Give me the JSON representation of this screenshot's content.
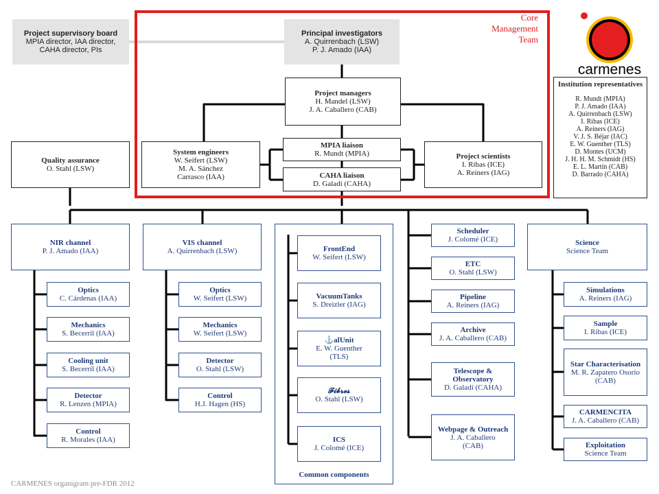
{
  "core_team_label": "Core\nManagement\nTeam",
  "footer": "CARMENES organigram pre-FDR 2012",
  "logo": {
    "text": "carmenes",
    "colors": {
      "red": "#e51f1f",
      "yellow": "#f6b800",
      "black": "#000000"
    }
  },
  "colors": {
    "core_frame": "#e01f1f",
    "connector": "#000000",
    "link_gray": "#d9d9d9",
    "team_blue": "#1e3a78"
  },
  "supervisory_board": {
    "title": "Project supervisory board",
    "people": [
      "MPIA director, IAA director,",
      "CAHA director, PIs"
    ]
  },
  "principal_investigators": {
    "title": "Principal investigators",
    "people": [
      "A. Quirrenbach (LSW)",
      "P. J. Amado (IAA)"
    ]
  },
  "project_managers": {
    "title": "Project managers",
    "people": [
      "H. Mandel (LSW)",
      "J. A. Caballero (CAB)"
    ]
  },
  "quality_assurance": {
    "title": "Quality assurance",
    "people": [
      "O. Stahl (LSW)"
    ]
  },
  "system_engineers": {
    "title": "System engineers",
    "people": [
      "W. Seifert (LSW)",
      "M. A. Sánchez",
      "Carrasco (IAA)"
    ]
  },
  "mpia_liaison": {
    "title": "MPIA liaison",
    "people": [
      "R. Mundt (MPIA)"
    ]
  },
  "caha_liaison": {
    "title": "CAHA liaison",
    "people": [
      "D. Galadí (CAHA)"
    ]
  },
  "project_scientists": {
    "title": "Project scientists",
    "people": [
      "I. Ribas (ICE)",
      "A. Reiners (IAG)"
    ]
  },
  "institution_representatives": {
    "title": "Institution representatives",
    "people": [
      "R. Mundt (MPIA)",
      "P. J. Amado (IAA)",
      "A. Quirrenbach (LSW)",
      "I. Ribas (ICE)",
      "A. Reiners (IAG)",
      "V. J. S. Béjar (IAC)",
      "E. W. Guenther (TLS)",
      "D. Montes (UCM)",
      "J. H. H. M. Schmidt (HS)",
      "E. L. Martín (CAB)",
      "D. Barrado (CAHA)"
    ]
  },
  "nir_channel": {
    "head": {
      "title": "NIR channel",
      "people": [
        "P. J. Amado (IAA)"
      ]
    },
    "items": [
      {
        "title": "Optics",
        "people": [
          "C. Cárdenas (IAA)"
        ]
      },
      {
        "title": "Mechanics",
        "people": [
          "S. Becerril (IAA)"
        ]
      },
      {
        "title": "Cooling unit",
        "people": [
          "S. Becerril (IAA)"
        ]
      },
      {
        "title": "Detector",
        "people": [
          "R. Lenzen (MPIA)"
        ]
      },
      {
        "title": "Control",
        "people": [
          "R. Morales (IAA)"
        ]
      }
    ]
  },
  "vis_channel": {
    "head": {
      "title": "VIS channel",
      "people": [
        "A. Quirrenbach (LSW)"
      ]
    },
    "items": [
      {
        "title": "Optics",
        "people": [
          "W. Seifert (LSW)"
        ]
      },
      {
        "title": "Mechanics",
        "people": [
          "W. Seifert (LSW)"
        ]
      },
      {
        "title": "Detector",
        "people": [
          "O. Stahl (LSW)"
        ]
      },
      {
        "title": "Control",
        "people": [
          "H.J. Hagen (HS)"
        ]
      }
    ]
  },
  "common_components": {
    "label": "Common components",
    "items": [
      {
        "title": "FrontEnd",
        "people": [
          "W. Seifert (LSW)"
        ]
      },
      {
        "title": "VacuumTanks",
        "people": [
          "S. Dreizler (IAG)"
        ]
      },
      {
        "title": "⚓alUnit",
        "people": [
          "E. W. Guenther",
          "(TLS)"
        ]
      },
      {
        "title": "𝓕𝓲𝓫𝓻𝓮𝓼",
        "people": [
          "O. Stahl (LSW)"
        ]
      },
      {
        "title": "ICS",
        "people": [
          "J. Colomé (ICE)"
        ]
      }
    ]
  },
  "operations": {
    "items": [
      {
        "title": "Scheduler",
        "people": [
          "J. Colomé (ICE)"
        ]
      },
      {
        "title": "ETC",
        "people": [
          "O. Stahl (LSW)"
        ]
      },
      {
        "title": "Pipeline",
        "people": [
          "A. Reiners (IAG)"
        ]
      },
      {
        "title": "Archive",
        "people": [
          "J. A. Caballero (CAB)"
        ]
      },
      {
        "title": "Telescope & Observatory",
        "people": [
          "D. Galadí (CAHA)"
        ]
      },
      {
        "title": "Webpage & Outreach",
        "people": [
          "J. A. Caballero",
          "(CAB)"
        ]
      }
    ]
  },
  "science": {
    "head": {
      "title": "Science",
      "people": [
        "Science Team"
      ]
    },
    "items": [
      {
        "title": "Simulations",
        "people": [
          "A. Reiners (IAG)"
        ]
      },
      {
        "title": "Sample",
        "people": [
          "I. Ribas (ICE)"
        ]
      },
      {
        "title": "Star Characterisation",
        "people": [
          "M. R. Zapatero Osorio",
          "(CAB)"
        ]
      },
      {
        "title": "CARMENCITA",
        "people": [
          "J. A. Caballero (CAB)"
        ]
      },
      {
        "title": "Exploitation",
        "people": [
          "Science Team"
        ]
      }
    ]
  }
}
